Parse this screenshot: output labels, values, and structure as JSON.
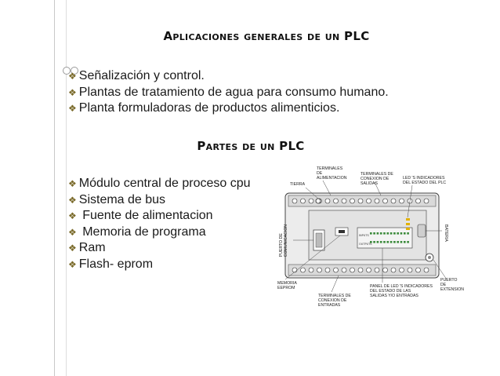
{
  "section1": {
    "title": "Aplicaciones generales de un PLC",
    "items": [
      "Señalización y control.",
      "Plantas de tratamiento de agua para consumo humano.",
      "Planta formuladoras de productos alimenticios."
    ]
  },
  "section2": {
    "title": "Partes de un PLC",
    "items": [
      "Módulo central de proceso cpu",
      "Sistema de bus",
      " Fuente de alimentacion",
      " Memoria de programa",
      "Ram",
      "Flash- eprom"
    ]
  },
  "diagram": {
    "labels": {
      "tierra": "TIERRA",
      "terminales_alim": "TERMINALES\nDE\nALIMENTACION",
      "terminales_salidas": "TERMINALES DE\nCONEXION DE\nSALIDAS",
      "leds_salidas": "LED 's INDICADORES\nDEL ESTADO DEL PLC",
      "bateria": "BATERIA",
      "puerto_com": "PUERTO DE\nCOMUNICACION",
      "memoria": "MEMORIA\nEEPROM",
      "terminales_entradas": "TERMINALES DE\nCONEXION DE\nENTRADAS",
      "panel_leds": "PANEL DE LED 'S INDICADORES\nDEL ESTADO DE LAS\nSALIDAS Y/O ENTRADAS",
      "puerto_ext": "PUERTO\nDE\nEXTENSION",
      "inputs_tag": "INPUTS",
      "outputs_tag": "OUTPUTS"
    }
  },
  "colors": {
    "bullet": "#7a6a2a",
    "frame": "#c9c9c9"
  }
}
